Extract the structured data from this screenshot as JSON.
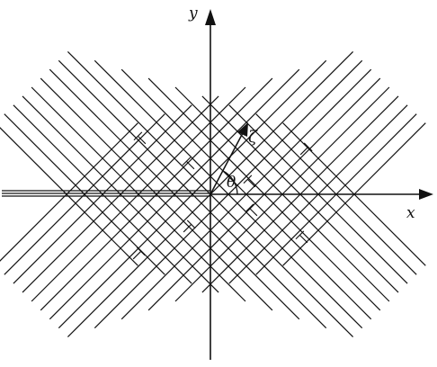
{
  "diagram": {
    "axes": {
      "x_label": "x",
      "y_label": "y",
      "angle_label": "θ",
      "vector_label": "ζ"
    },
    "dislocation_symbol": "⊤",
    "colors": {
      "ink": "#111111",
      "background": "#ffffff"
    }
  }
}
